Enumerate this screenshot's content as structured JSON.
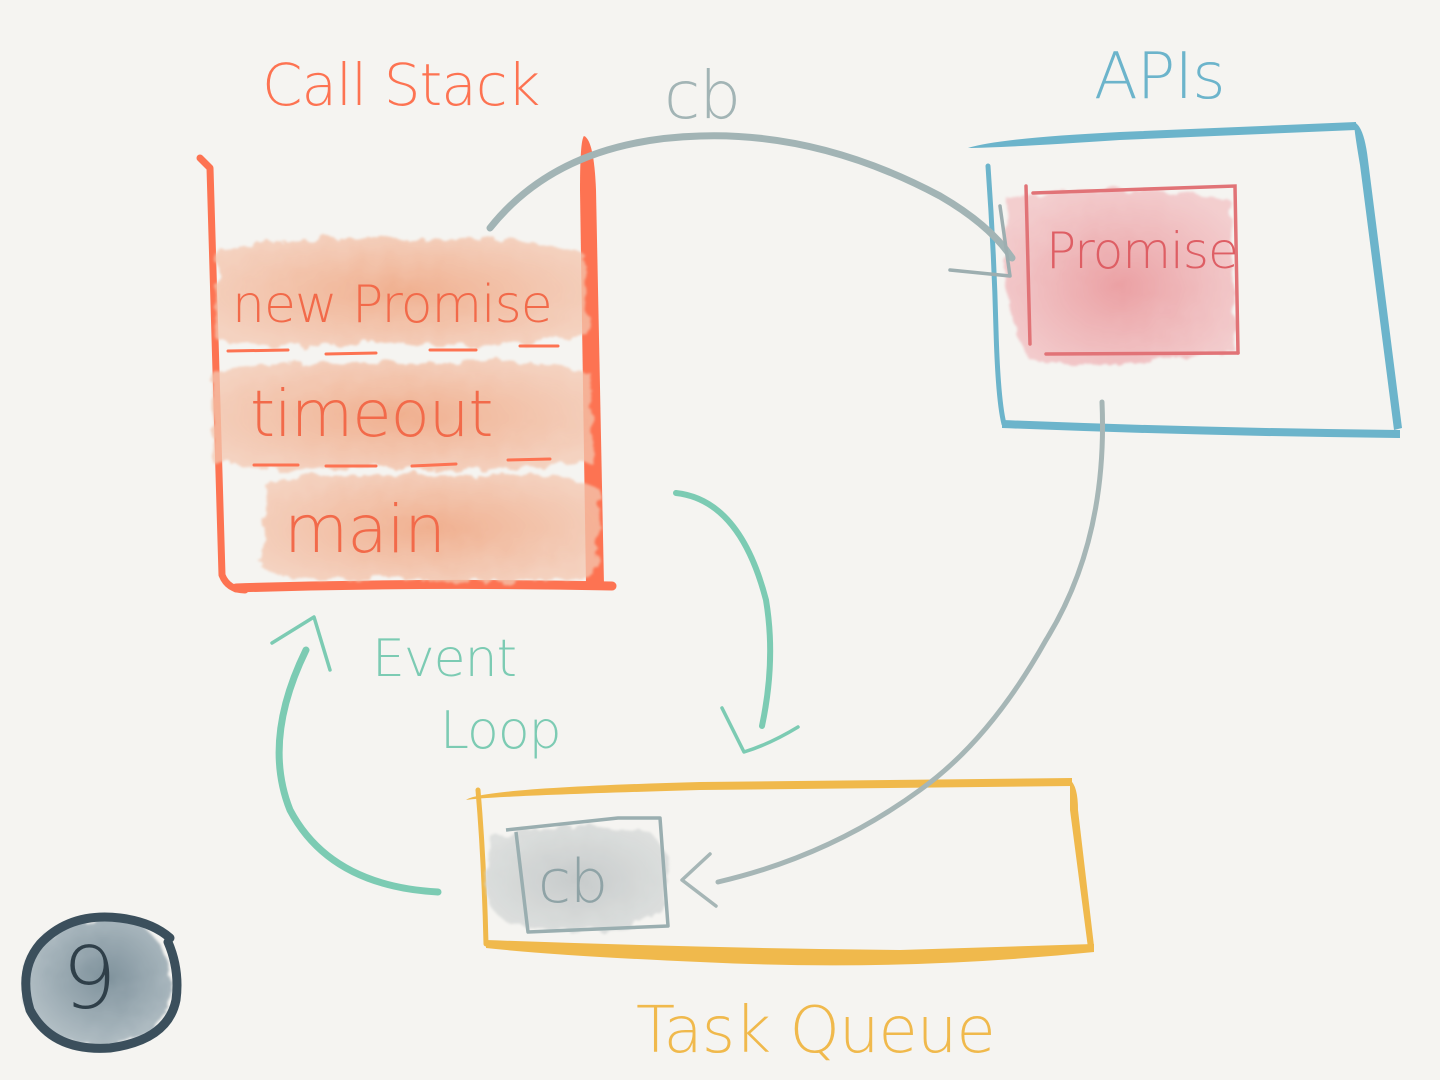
{
  "diagram": {
    "title": "Event loop: call stack, APIs, task queue",
    "step_number": "9",
    "colors": {
      "background": "#f5f4f1",
      "call_stack": "#fd7352",
      "frame_wash": "#f1b496",
      "apis": "#6cb4cb",
      "promise": "#e17377",
      "promise_wash": "#ec9ea2",
      "task_queue": "#f0b94c",
      "event_loop": "#7ccbb3",
      "callback": "#a2b4b5",
      "step_badge": "#3b4f5c"
    },
    "call_stack": {
      "label": "Call Stack",
      "frames": [
        {
          "label": "new Promise"
        },
        {
          "label": "timeout"
        },
        {
          "label": "main"
        }
      ]
    },
    "apis": {
      "label": "APIs",
      "items": [
        {
          "label": "Promise"
        }
      ]
    },
    "task_queue": {
      "label": "Task Queue",
      "items": [
        {
          "label": "cb"
        }
      ]
    },
    "event_loop": {
      "label_line1": "Event",
      "label_line2": "Loop"
    },
    "edges": [
      {
        "from": "call_stack.new Promise",
        "to": "apis.Promise",
        "label": "cb",
        "color_key": "callback"
      },
      {
        "from": "apis.Promise",
        "to": "task_queue.cb",
        "label": "",
        "color_key": "callback"
      },
      {
        "from": "call_stack",
        "to": "task_queue",
        "label": "",
        "color_key": "event_loop"
      },
      {
        "from": "task_queue",
        "to": "call_stack",
        "label": "",
        "color_key": "event_loop"
      }
    ]
  }
}
